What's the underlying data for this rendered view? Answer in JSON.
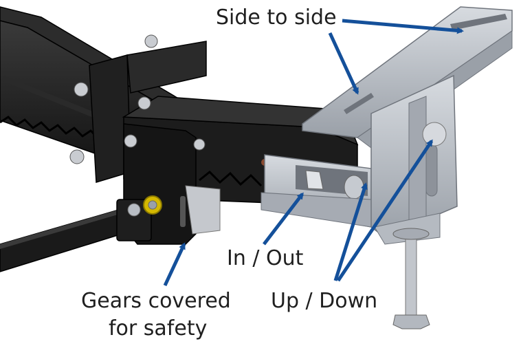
{
  "labels": {
    "side_to_side": "Side to side",
    "in_out": "In / Out",
    "up_down": "Up / Down",
    "gears_line1": "Gears covered",
    "gears_line2": "for safety"
  },
  "colors": {
    "arrow": "#14509a",
    "frame": "#1e1e1e",
    "frame_highlight": "#3a3a3a",
    "steel": "#b8bdc4",
    "steel_dark": "#8c9199",
    "zinc_washer": "#d4b800",
    "text": "#1f1f1f"
  }
}
